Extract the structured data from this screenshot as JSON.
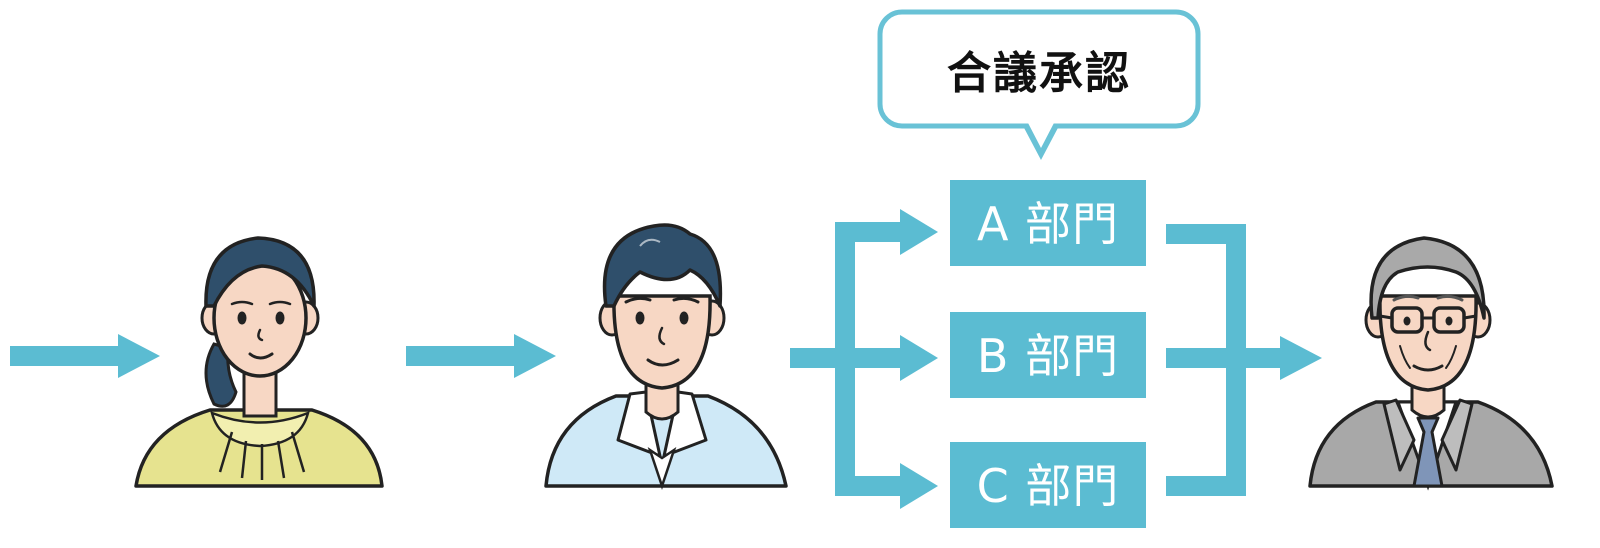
{
  "callout": {
    "label": "合議承認"
  },
  "departments": [
    {
      "label": "A 部門"
    },
    {
      "label": "B 部門"
    },
    {
      "label": "C 部門"
    }
  ],
  "colors": {
    "accent": "#5bbcd2",
    "callout_border": "#69c2d6",
    "woman_top": "#e6e38f",
    "man_shirt": "#cfe9f7",
    "suit": "#a8a8a8",
    "skin": "#f7d7c4",
    "hair_dark": "#2f4f6b",
    "hair_gray": "#a9a9a9",
    "tie": "#7f95b8"
  },
  "icons": [
    "woman-applicant-icon",
    "man-supervisor-icon",
    "senior-manager-icon"
  ]
}
